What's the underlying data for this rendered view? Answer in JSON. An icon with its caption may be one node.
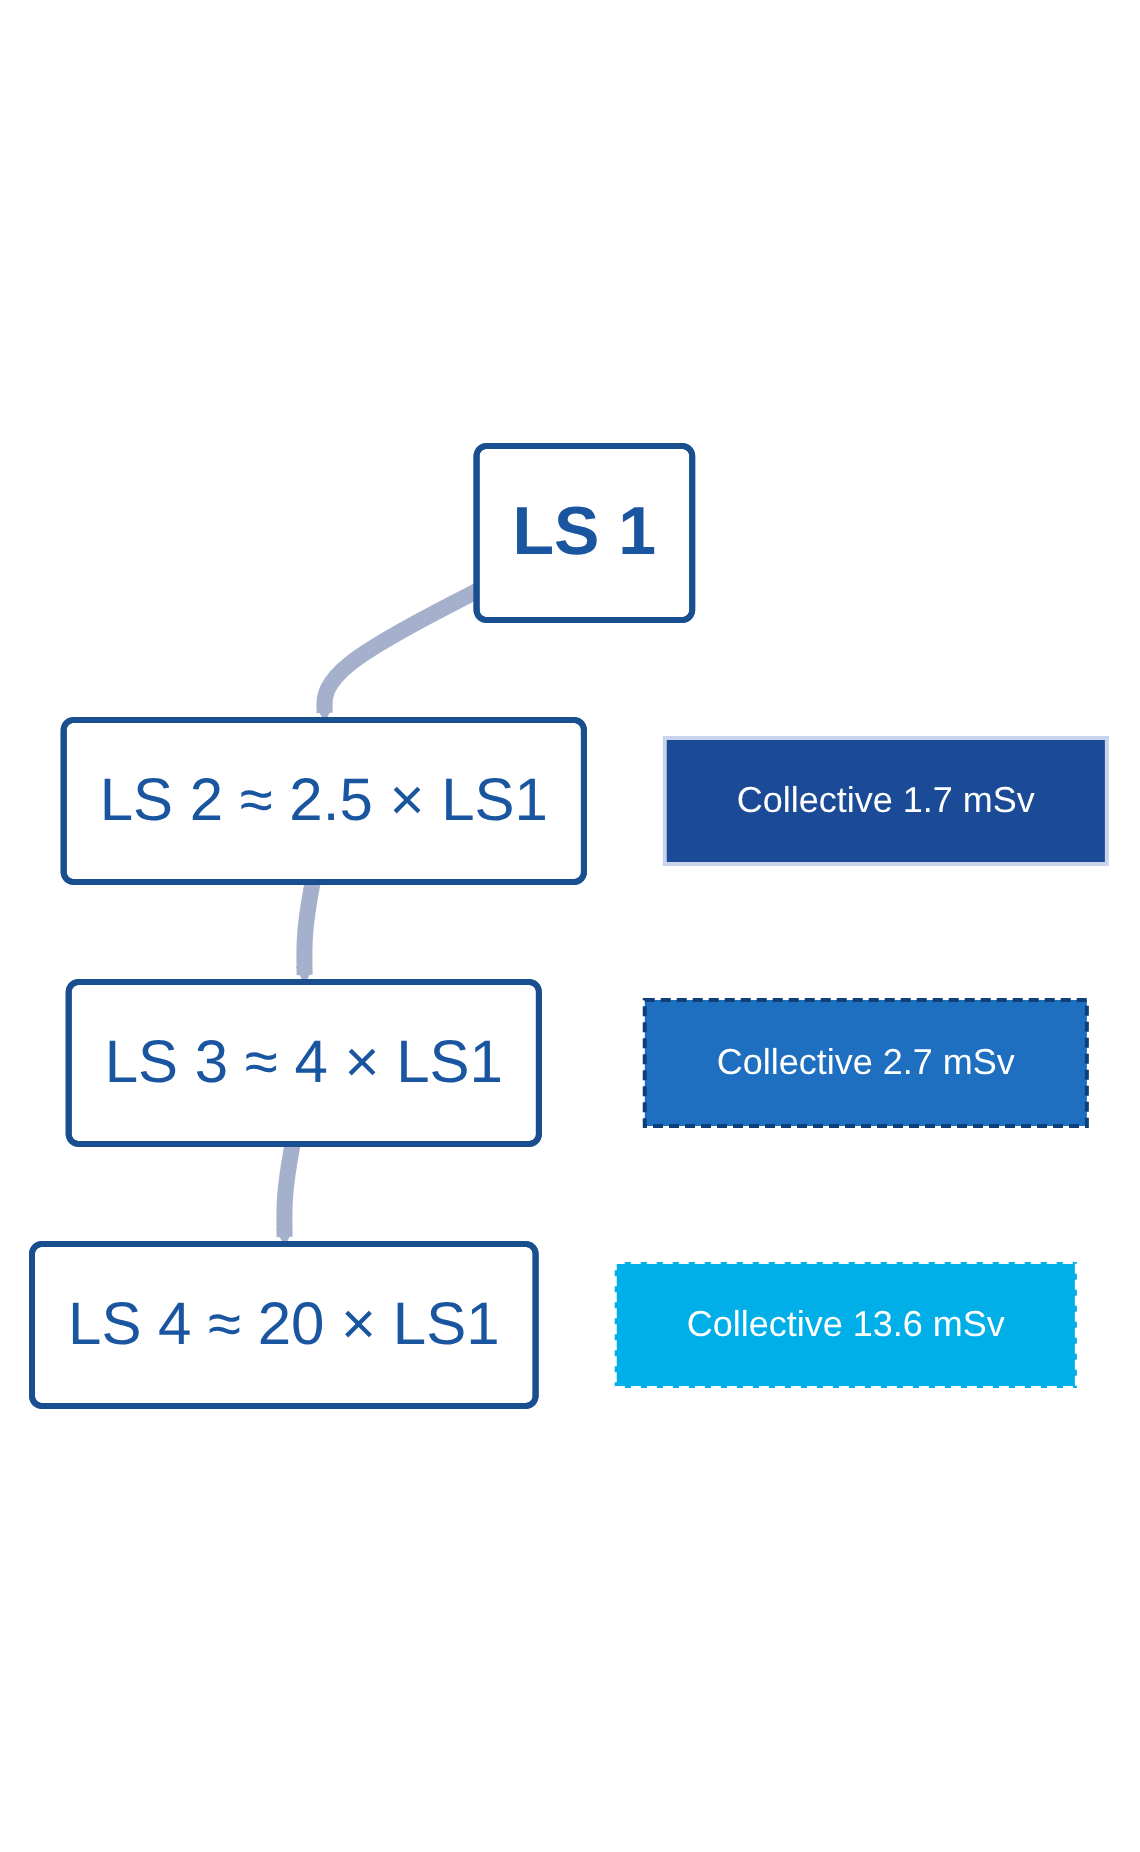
{
  "diagram": {
    "nodes": [
      {
        "text": [
          "LS 1"
        ]
      },
      {
        "text": [
          "LS 2 ≈ 2.5 × LS1"
        ]
      },
      {
        "text": [
          "LS 3 ≈ 4 × LS1"
        ]
      },
      {
        "text": [
          "LS 4 ≈ 20 × LS1"
        ]
      },
      {
        "text": [
          "Collective 1.7 mSv"
        ]
      },
      {
        "text": [
          "Collective 2.7 mSv"
        ]
      },
      {
        "text": [
          "Collective 13.6 mSv"
        ]
      }
    ],
    "edges": [
      {
        "from": 0,
        "to": 1,
        "arrow": "to"
      },
      {
        "from": 1,
        "to": 2,
        "arrow": "to"
      },
      {
        "from": 2,
        "to": 3,
        "arrow": "to"
      }
    ]
  }
}
